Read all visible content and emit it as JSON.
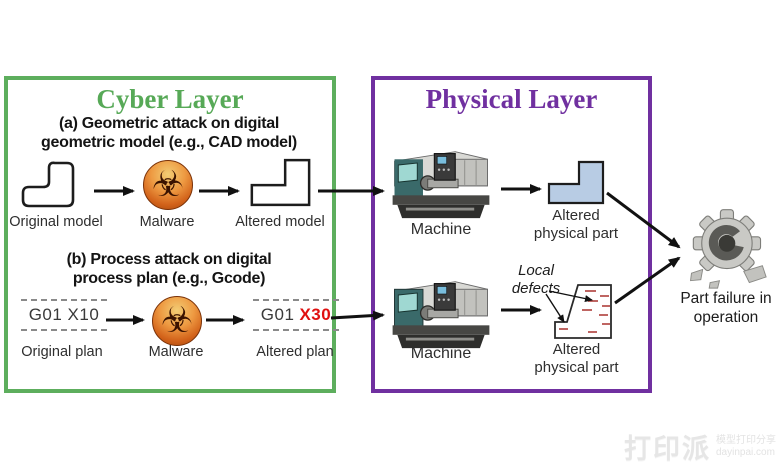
{
  "cyber": {
    "title": "Cyber Layer",
    "attack_a": {
      "heading_line1": "(a) Geometric attack on digital",
      "heading_line2": "geometric model (e.g., CAD model)",
      "original_label": "Original model",
      "malware_label": "Malware",
      "altered_label": "Altered model"
    },
    "attack_b": {
      "heading_line1": "(b) Process attack on digital",
      "heading_line2": "process plan (e.g., Gcode)",
      "original_code": "G01 X10",
      "altered_code_kept": "G01",
      "altered_code_changed": "X30",
      "original_label": "Original plan",
      "malware_label": "Malware",
      "altered_label": "Altered plan"
    }
  },
  "physical": {
    "title": "Physical Layer",
    "row_a": {
      "machine_label": "Machine",
      "part_label_line1": "Altered",
      "part_label_line2": "physical part"
    },
    "row_b": {
      "machine_label": "Machine",
      "defects_line1": "Local",
      "defects_line2": "defects",
      "part_label_line1": "Altered",
      "part_label_line2": "physical part"
    }
  },
  "outcome": {
    "line1": "Part failure in",
    "line2": "operation"
  },
  "icons": {
    "biohazard_glyph": "☣"
  },
  "watermark": {
    "logo": "打印派",
    "tagline": "模型打印分享",
    "site": "dayinpai.com"
  },
  "colors": {
    "cyber_green": "#5dae5d",
    "physical_purple": "#7030a0",
    "part_blue": "#b8cce4",
    "altered_code_red": "#e01010",
    "defect_red": "#b85450",
    "arrow_black": "#111111"
  }
}
